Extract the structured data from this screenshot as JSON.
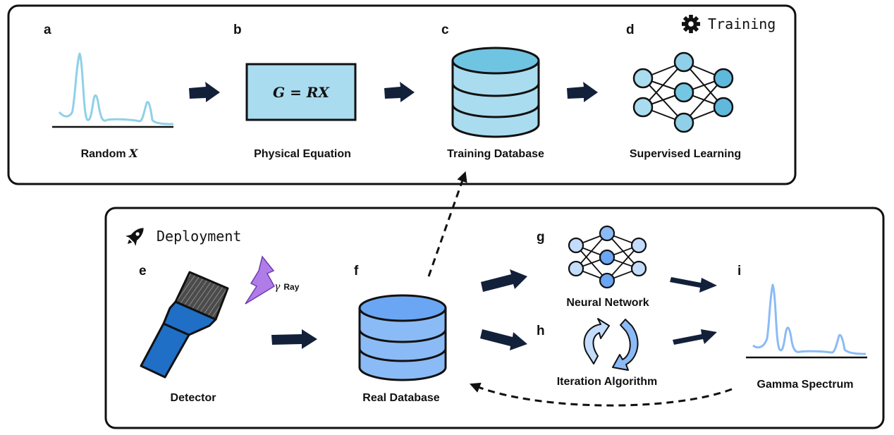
{
  "training": {
    "heading": "Training",
    "icon": "gear-icon",
    "panels": {
      "a": {
        "letter": "a",
        "caption": "Random",
        "caption_var": "X"
      },
      "b": {
        "letter": "b",
        "caption": "Physical Equation",
        "equation": "G = RX"
      },
      "c": {
        "letter": "c",
        "caption": "Training Database"
      },
      "d": {
        "letter": "d",
        "caption": "Supervised Learning"
      }
    }
  },
  "deployment": {
    "heading": "Deployment",
    "icon": "rocket-icon",
    "panels": {
      "e": {
        "letter": "e",
        "caption": "Detector",
        "ray_symbol": "γ",
        "ray_label": "Ray",
        "ray_icon": "lightning-icon"
      },
      "f": {
        "letter": "f",
        "caption": "Real Database"
      },
      "g": {
        "letter": "g",
        "caption": "Neural Network"
      },
      "h": {
        "letter": "h",
        "caption": "Iteration Algorithm",
        "icon": "cycle-arrows-icon"
      },
      "i": {
        "letter": "i",
        "caption": "Gamma Spectrum"
      }
    }
  },
  "colors": {
    "training_light": "#aadcef",
    "training_mid": "#74c7e3",
    "training_db_top": "#6fc4e2",
    "deploy_light": "#c3dcfb",
    "deploy_mid": "#8bbbf6",
    "deploy_node": "#6aa6f4",
    "detector_blue": "#1f6fc6",
    "ray_purple": "#b07de8",
    "arrow_navy": "#13203a"
  }
}
